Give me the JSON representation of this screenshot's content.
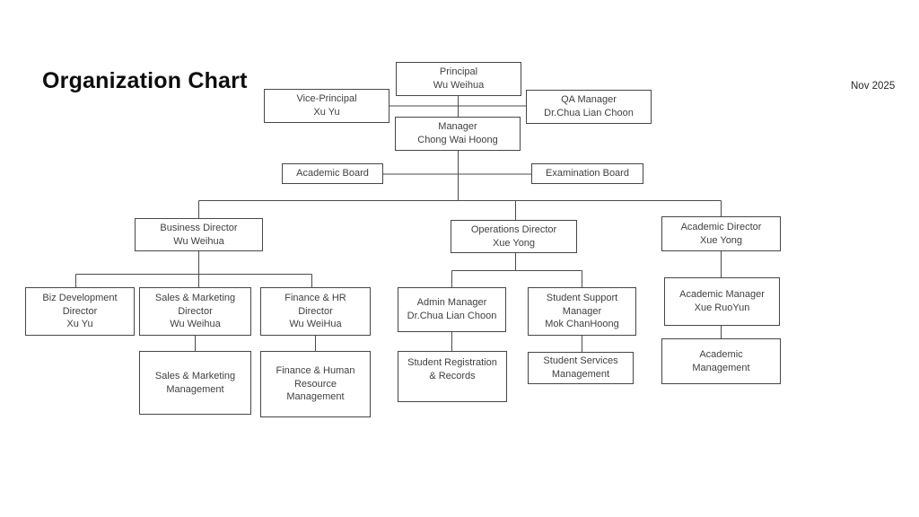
{
  "slide": {
    "title": "Organization Chart",
    "date": "Nov 2025"
  },
  "diagram": {
    "type": "org-chart",
    "line_color": "#4a4a4a",
    "box_border_color": "#464646",
    "box_fill": "#ffffff",
    "text_color": "#3f3f3f"
  },
  "nodes": {
    "principal": {
      "lines": [
        "Principal",
        "Wu Weihua"
      ]
    },
    "vice_principal": {
      "lines": [
        "Vice-Principal",
        "Xu Yu"
      ]
    },
    "qa_manager": {
      "lines": [
        "QA Manager",
        "Dr.Chua Lian Choon"
      ]
    },
    "manager": {
      "lines": [
        "Manager",
        "Chong Wai Hoong"
      ]
    },
    "academic_board": {
      "lines": [
        "Academic Board"
      ]
    },
    "examination_board": {
      "lines": [
        "Examination Board"
      ]
    },
    "business_director": {
      "lines": [
        "Business Director",
        "Wu Weihua"
      ]
    },
    "operations_director": {
      "lines": [
        "Operations Director",
        "Xue Yong"
      ]
    },
    "academic_director": {
      "lines": [
        "Academic Director",
        "Xue Yong"
      ]
    },
    "biz_dev_director": {
      "lines": [
        "Biz Development",
        "Director",
        "Xu Yu"
      ]
    },
    "sales_marketing_director": {
      "lines": [
        "Sales & Marketing",
        "Director",
        "Wu Weihua"
      ]
    },
    "finance_hr_director": {
      "lines": [
        "Finance & HR",
        "Director",
        "Wu WeiHua"
      ]
    },
    "admin_manager": {
      "lines": [
        "Admin Manager",
        "Dr.Chua Lian Choon"
      ]
    },
    "student_support_manager": {
      "lines": [
        "Student Support",
        "Manager",
        "Mok ChanHoong"
      ]
    },
    "sales_marketing_management": {
      "lines": [
        "Sales & Marketing",
        "Management"
      ]
    },
    "finance_hr_management": {
      "lines": [
        "Finance & Human",
        "Resource",
        "Management"
      ]
    },
    "student_registration": {
      "lines": [
        "Student Registration",
        "& Records"
      ]
    },
    "student_services_management": {
      "lines": [
        "Student Services",
        "Management"
      ]
    },
    "academic_manager": {
      "lines": [
        "Academic Manager",
        "Xue RuoYun"
      ]
    },
    "academic_management": {
      "lines": [
        "Academic",
        "Management"
      ]
    }
  }
}
